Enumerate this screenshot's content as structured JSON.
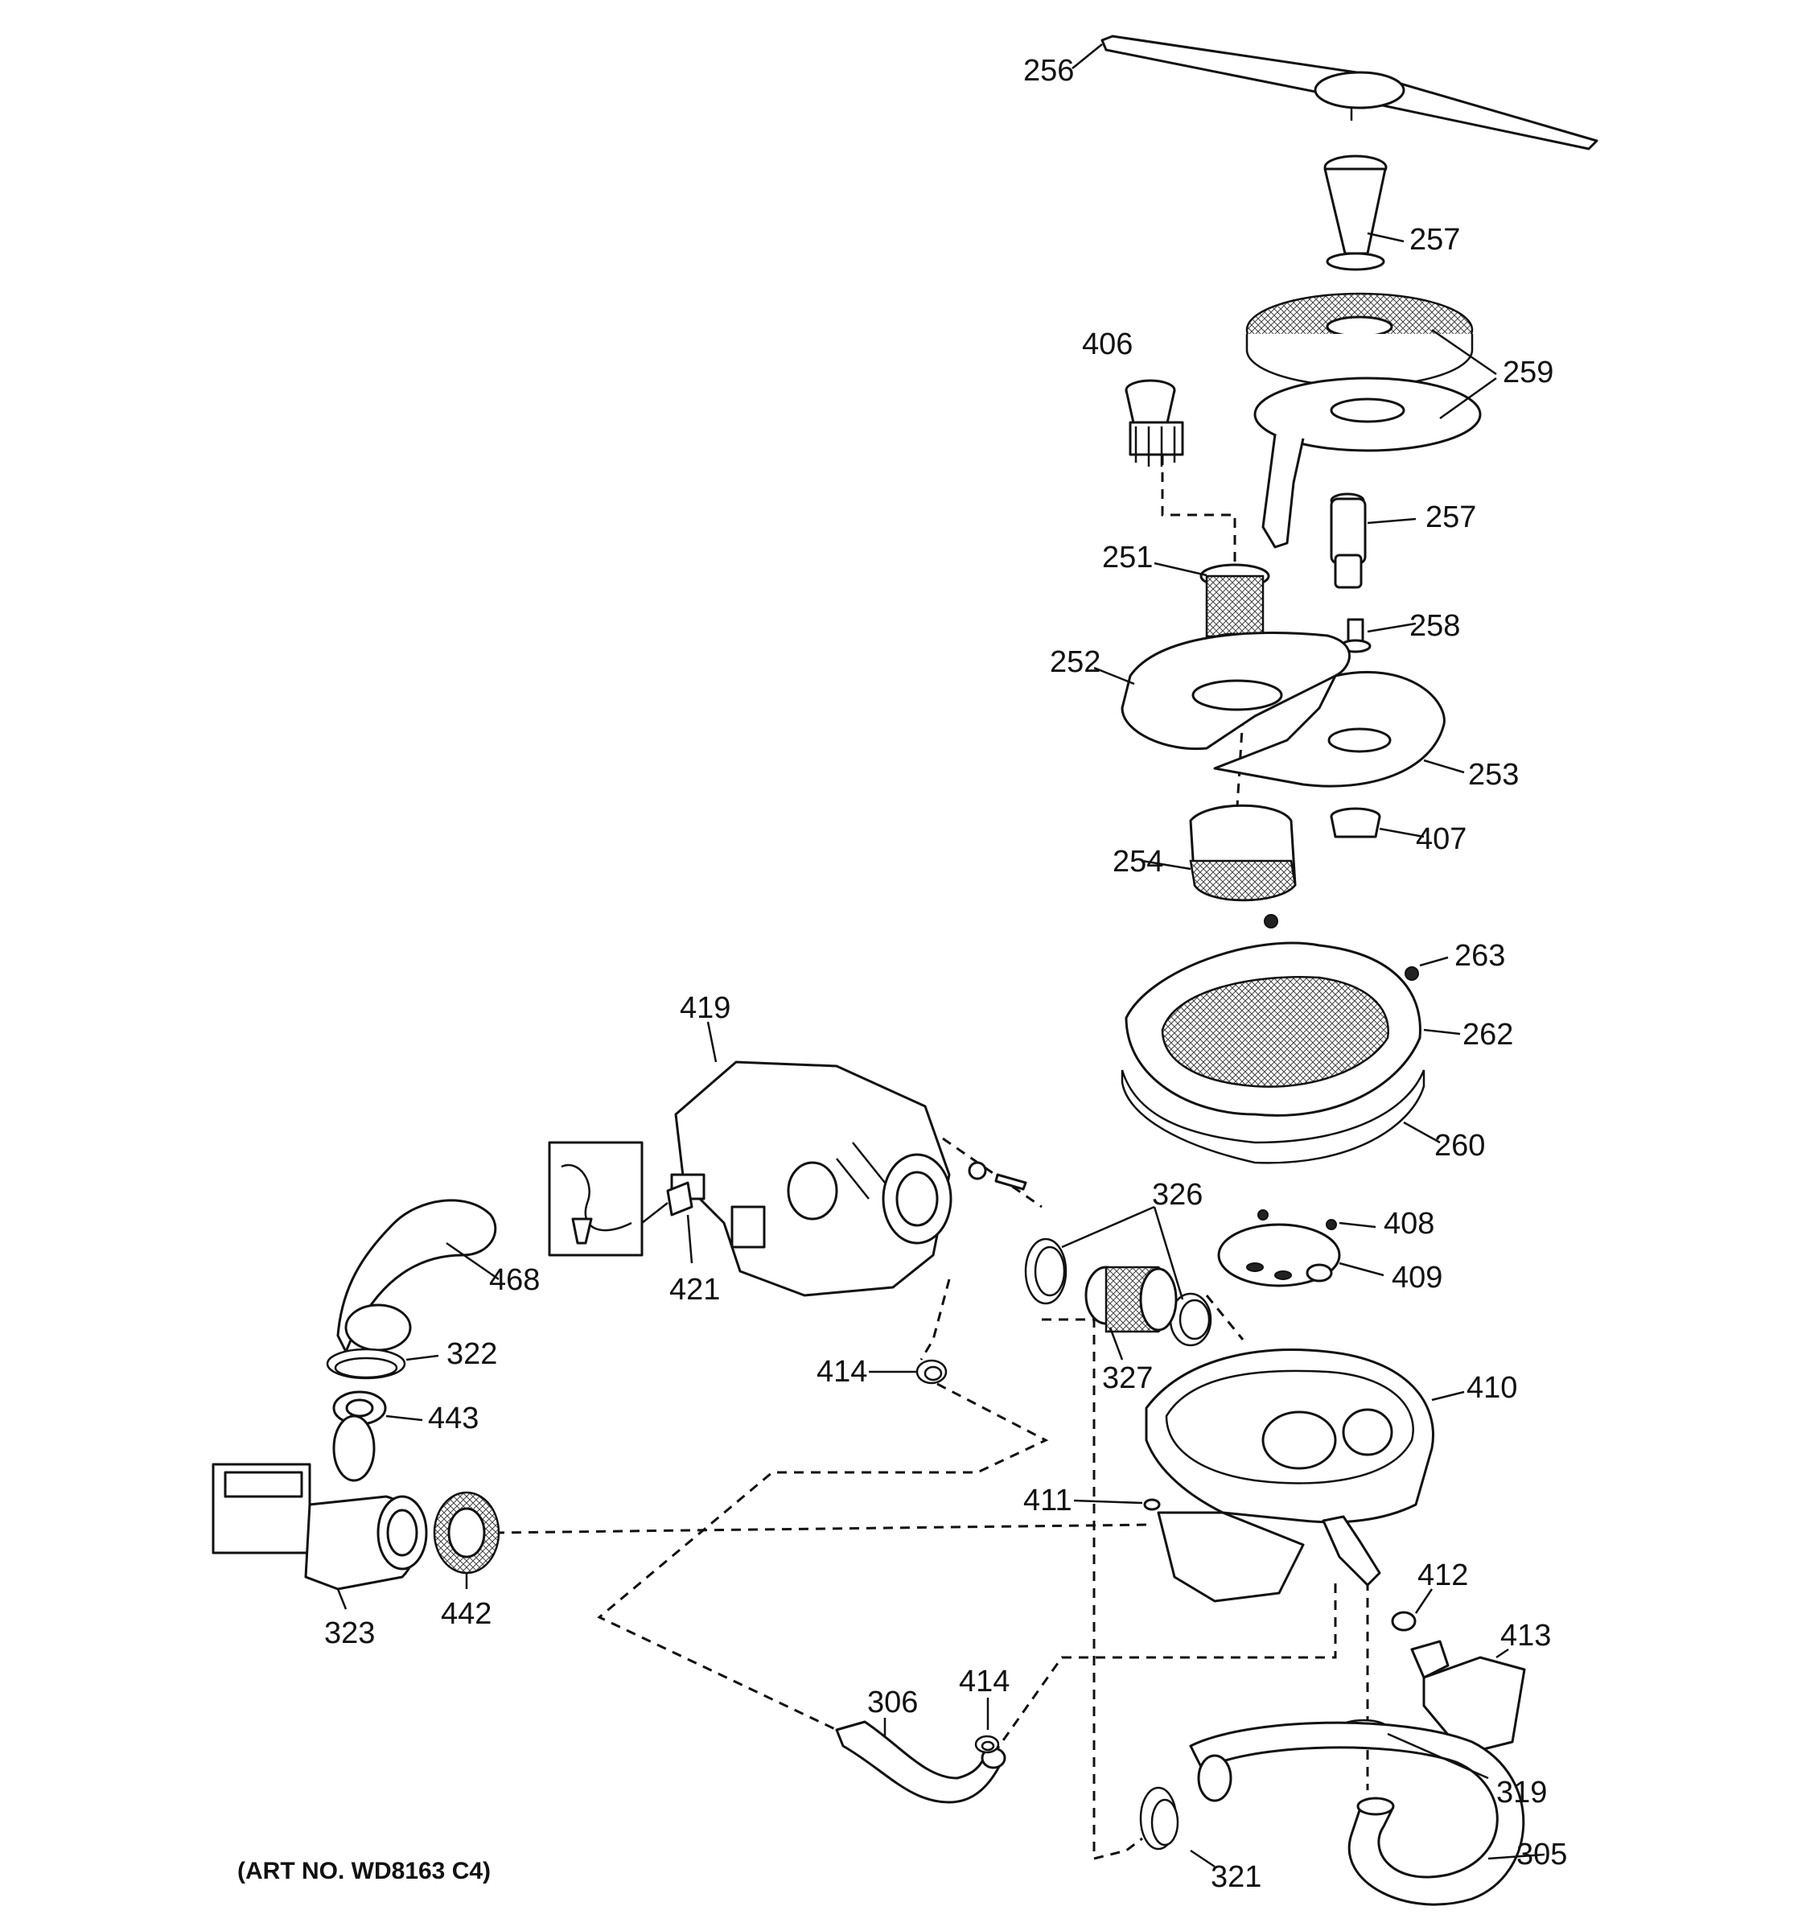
{
  "diagram": {
    "art_number": "(ART NO. WD8163 C4)",
    "labels": {
      "p256": "256",
      "p257a": "257",
      "p259": "259",
      "p406": "406",
      "p257b": "257",
      "p251": "251",
      "p258": "258",
      "p252": "252",
      "p253": "253",
      "p407": "407",
      "p254": "254",
      "p263": "263",
      "p262": "262",
      "p419": "419",
      "p260": "260",
      "p326": "326",
      "p408": "408",
      "p468": "468",
      "p421": "421",
      "p409": "409",
      "p322": "322",
      "p414a": "414",
      "p327": "327",
      "p410": "410",
      "p443": "443",
      "p411": "411",
      "p323": "323",
      "p442": "442",
      "p412": "412",
      "p413": "413",
      "p414b": "414",
      "p306": "306",
      "p319": "319",
      "p305": "305",
      "p321": "321"
    }
  }
}
